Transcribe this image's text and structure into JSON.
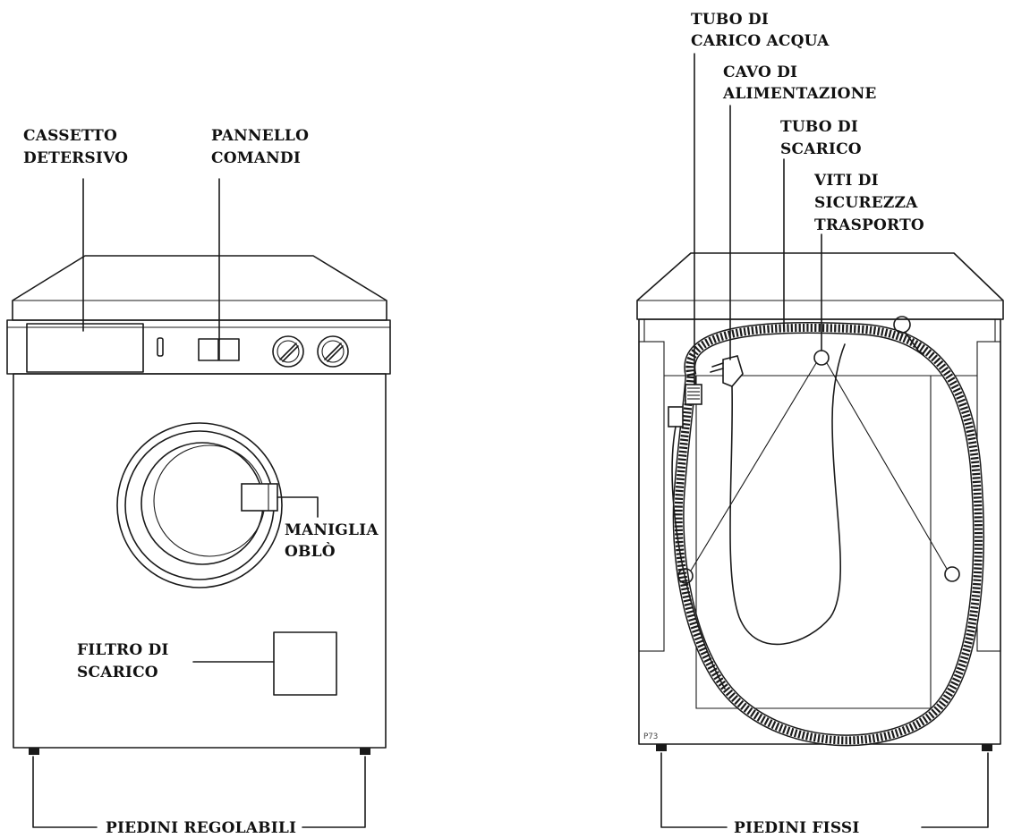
{
  "front_view": {
    "labels": {
      "detergent_drawer": [
        "CASSETTO",
        "DETERSIVO"
      ],
      "control_panel": [
        "PANNELLO",
        "COMANDI"
      ],
      "door_handle": [
        "MANIGLIA",
        "OBLÒ"
      ],
      "drain_filter": [
        "FILTRO DI",
        "SCARICO"
      ],
      "adjustable_feet": "PIEDINI REGOLABILI"
    }
  },
  "back_view": {
    "labels": {
      "water_inlet_hose": [
        "TUBO DI",
        "CARICO ACQUA"
      ],
      "power_cable": [
        "CAVO DI",
        "ALIMENTAZIONE"
      ],
      "drain_hose": [
        "TUBO DI",
        "SCARICO"
      ],
      "transport_screws": [
        "VITI DI",
        "SICUREZZA",
        "TRASPORTO"
      ],
      "fixed_feet": "PIEDINI FISSI"
    },
    "plate_code": "P73"
  }
}
